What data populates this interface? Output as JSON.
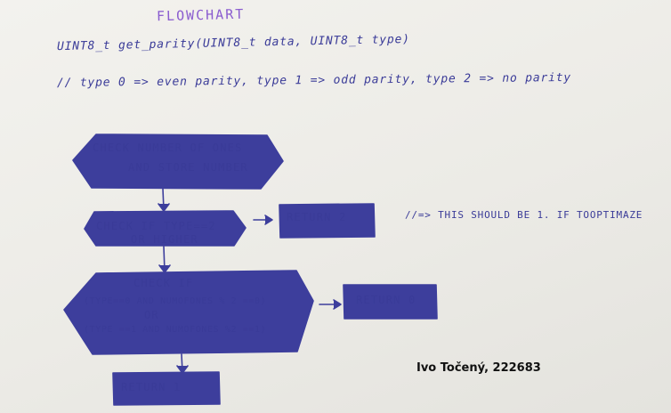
{
  "title": "FLOWCHART",
  "signature": "UINT8_t get_parity(UINT8_t data, UINT8_t type)",
  "comment_types": "// type 0 => even parity, type 1 => odd parity, type 2 => no parity",
  "nodes": {
    "check_ones": [
      "CHECK NUMBER OF ONES",
      "AND STORE NUMBER"
    ],
    "check_type": [
      "CHECK IF TYPE==2",
      "OR HIGHER"
    ],
    "return_2": "RETURN 2",
    "check_parity": [
      "CHECK IF",
      "(TYPE==0 AND NUMOFONES % 2 ==0)",
      "OR",
      "(TYPE ==1 AND NUMOFONES %2 ==1)"
    ],
    "return_0": "RETURN 0",
    "return_1": "RETURN 1"
  },
  "side_comment": "//=> THIS SHOULD BE 1. IF TOOPTIMAZE",
  "author": "Ivo Točený, 222683",
  "colors": {
    "ink": "#3d3e9c",
    "title_ink": "#8a5ccf",
    "paper": "#ecebe6"
  }
}
